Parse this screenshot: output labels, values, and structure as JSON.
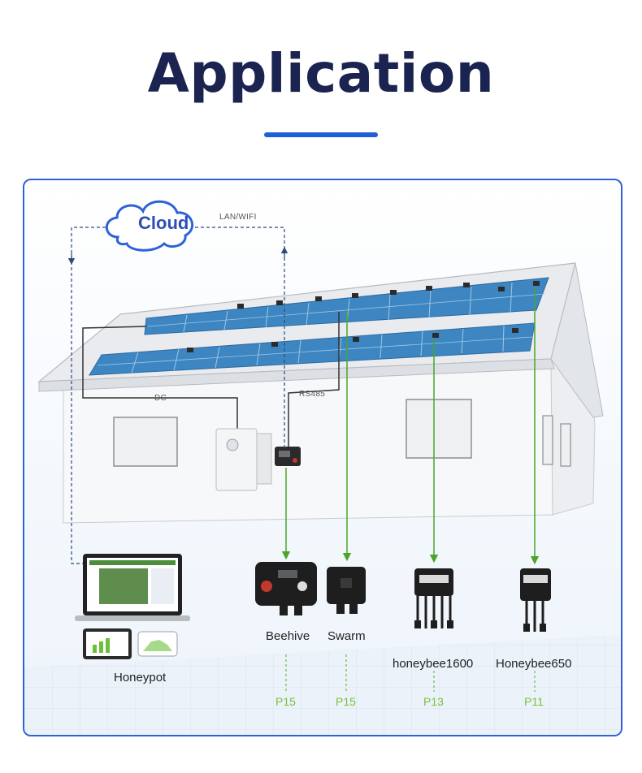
{
  "title": "Application",
  "diagram": {
    "cloud": "Cloud",
    "lan_wifi": "LAN/WIFI",
    "dc": "DC",
    "rs485": "RS485",
    "devices": [
      {
        "name": "Honeypot"
      },
      {
        "name": "Beehive",
        "page": "P15"
      },
      {
        "name": "Swarm",
        "page": "P15"
      },
      {
        "name": "honeybee1600",
        "page": "P13"
      },
      {
        "name": "Honeybee650",
        "page": "P11"
      }
    ]
  },
  "colors": {
    "title": "#1b2350",
    "accent": "#1f5fd8",
    "frame": "#2f62d9",
    "link": "#4aa52a",
    "panel_blue": "#3d86c2",
    "page_label": "#79c23a"
  }
}
